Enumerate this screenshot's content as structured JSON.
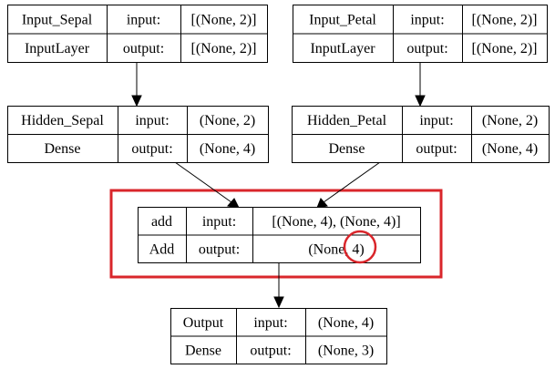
{
  "diagram": {
    "highlight_color": "#d9262b",
    "nodes": {
      "input_sepal": {
        "name": "Input_Sepal",
        "type": "InputLayer",
        "input_label": "input:",
        "output_label": "output:",
        "input_shape": "[(None, 2)]",
        "output_shape": "[(None, 2)]"
      },
      "input_petal": {
        "name": "Input_Petal",
        "type": "InputLayer",
        "input_label": "input:",
        "output_label": "output:",
        "input_shape": "[(None, 2)]",
        "output_shape": "[(None, 2)]"
      },
      "hidden_sepal": {
        "name": "Hidden_Sepal",
        "type": "Dense",
        "input_label": "input:",
        "output_label": "output:",
        "input_shape": "(None, 2)",
        "output_shape": "(None, 4)"
      },
      "hidden_petal": {
        "name": "Hidden_Petal",
        "type": "Dense",
        "input_label": "input:",
        "output_label": "output:",
        "input_shape": "(None, 2)",
        "output_shape": "(None, 4)"
      },
      "add": {
        "name": "add",
        "type": "Add",
        "input_label": "input:",
        "output_label": "output:",
        "input_shape": "[(None, 4), (None, 4)]",
        "output_shape": "(None, 4)"
      },
      "output": {
        "name": "Output",
        "type": "Dense",
        "input_label": "input:",
        "output_label": "output:",
        "input_shape": "(None, 4)",
        "output_shape": "(None, 3)"
      }
    },
    "edges": [
      {
        "from": "input_sepal",
        "to": "hidden_sepal"
      },
      {
        "from": "input_petal",
        "to": "hidden_petal"
      },
      {
        "from": "hidden_sepal",
        "to": "add"
      },
      {
        "from": "hidden_petal",
        "to": "add"
      },
      {
        "from": "add",
        "to": "output"
      }
    ]
  }
}
